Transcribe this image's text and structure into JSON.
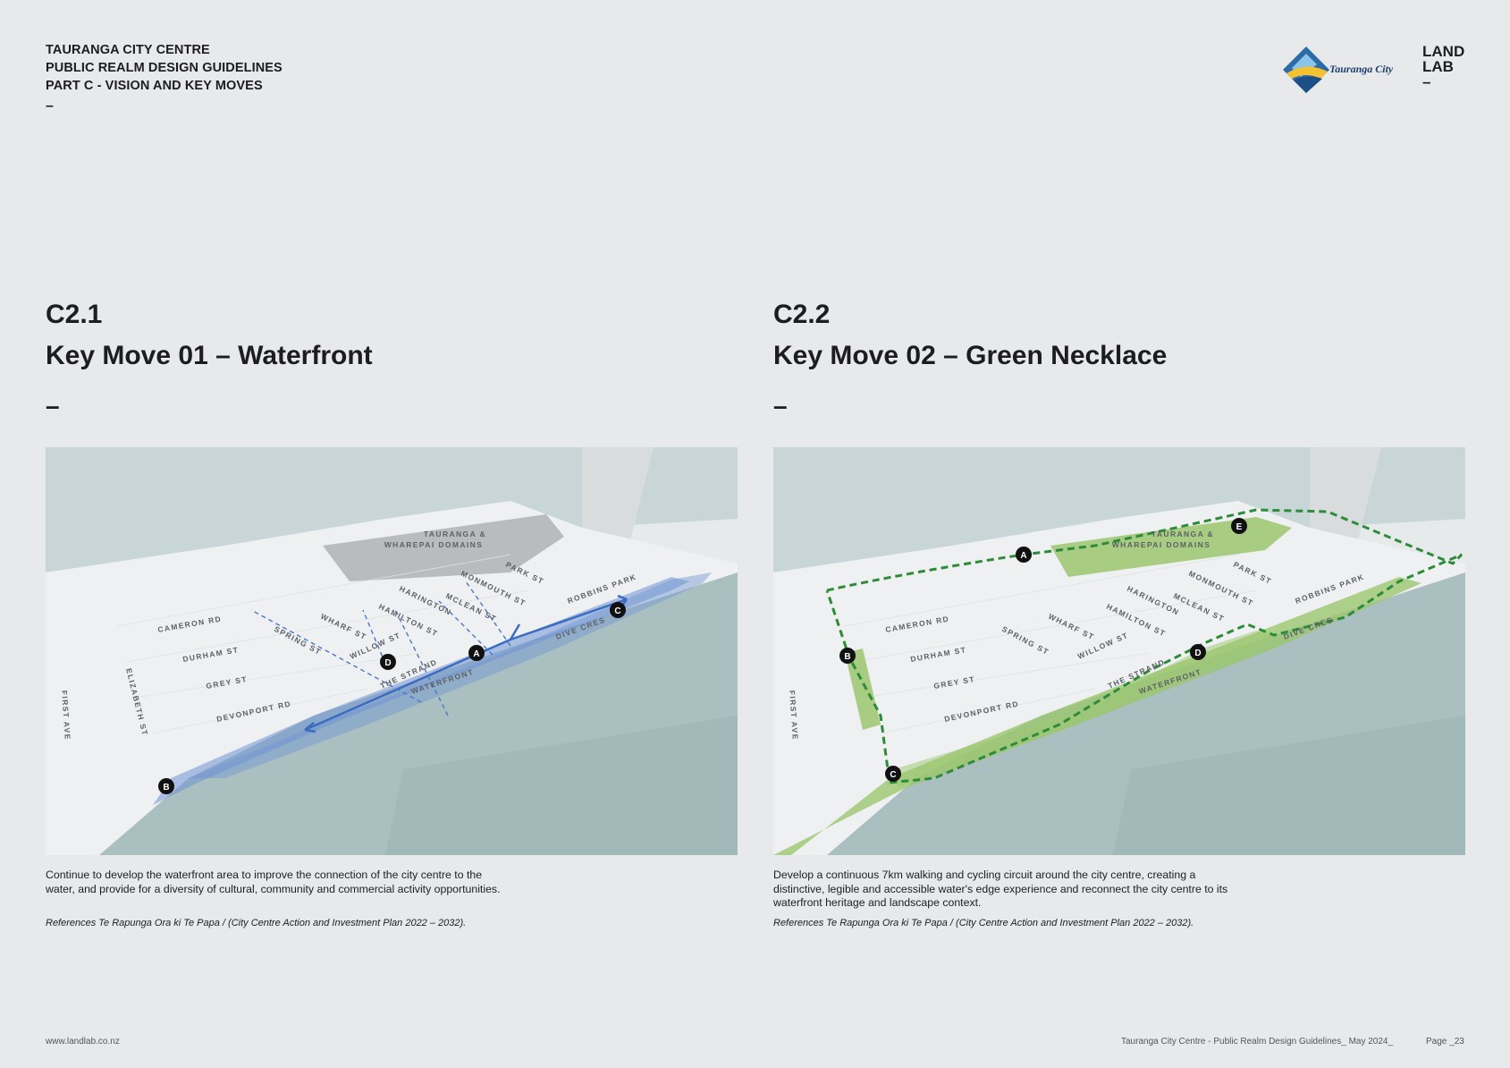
{
  "header": {
    "line1": "TAURANGA CITY CENTRE",
    "line2": "PUBLIC REALM DESIGN GUIDELINES",
    "line3": "PART C - VISION AND KEY MOVES",
    "dash": "–"
  },
  "brand": {
    "city_logo_text": "Tauranga City",
    "landlab_line1": "LAND",
    "landlab_line2": "LAB",
    "landlab_dash": "–"
  },
  "sections": [
    {
      "number": "C2.1",
      "title": "Key Move 01 – Waterfront",
      "dash": "–",
      "description": "Continue to develop the waterfront area to improve the connection of the city centre to the water, and provide for a diversity of cultural, community and commercial activity opportunities.",
      "reference": "References Te Rapunga Ora ki Te Papa / (City Centre Action and Investment Plan 2022 – 2032).",
      "accent": "#4a78c6"
    },
    {
      "number": "C2.2",
      "title": "Key Move 02 – Green Necklace",
      "dash": "–",
      "description": "Develop a continuous 7km walking and cycling circuit around the city centre, creating a distinctive, legible and accessible water's edge experience and reconnect the city centre to its waterfront heritage and landscape context.",
      "reference": "References Te Rapunga Ora ki Te Papa / (City Centre Action and Investment Plan 2022 – 2032).",
      "accent": "#2e8b3a"
    }
  ],
  "map_labels": {
    "domains1": "TAURANGA &",
    "domains2": "WHAREPAI DOMAINS",
    "park_st": "PARK ST",
    "monmouth_st": "MONMOUTH ST",
    "robbins_park": "ROBBINS PARK",
    "harington": "HARINGTON",
    "mclean_st": "MCLEAN ST",
    "hamilton_st": "HAMILTON ST",
    "wharf_st": "WHARF ST",
    "dive_cres": "DIVE CRES",
    "cameron_rd": "CAMERON RD",
    "spring_st": "SPRING ST",
    "willow_st": "WILLOW ST",
    "durham_st": "DURHAM ST",
    "the_strand": "THE STRAND",
    "waterfront": "WATERFRONT",
    "grey_st": "GREY ST",
    "devonport_rd": "DEVONPORT RD",
    "first_ave": "FIRST AVE",
    "elizabeth_st": "ELIZABETH ST"
  },
  "markers": {
    "a": "A",
    "b": "B",
    "c": "C",
    "d": "D",
    "e": "E"
  },
  "footer": {
    "website": "www.landlab.co.nz",
    "doc_title": "Tauranga City Centre - Public Realm Design Guidelines_ May 2024_",
    "page": "Page _23"
  }
}
